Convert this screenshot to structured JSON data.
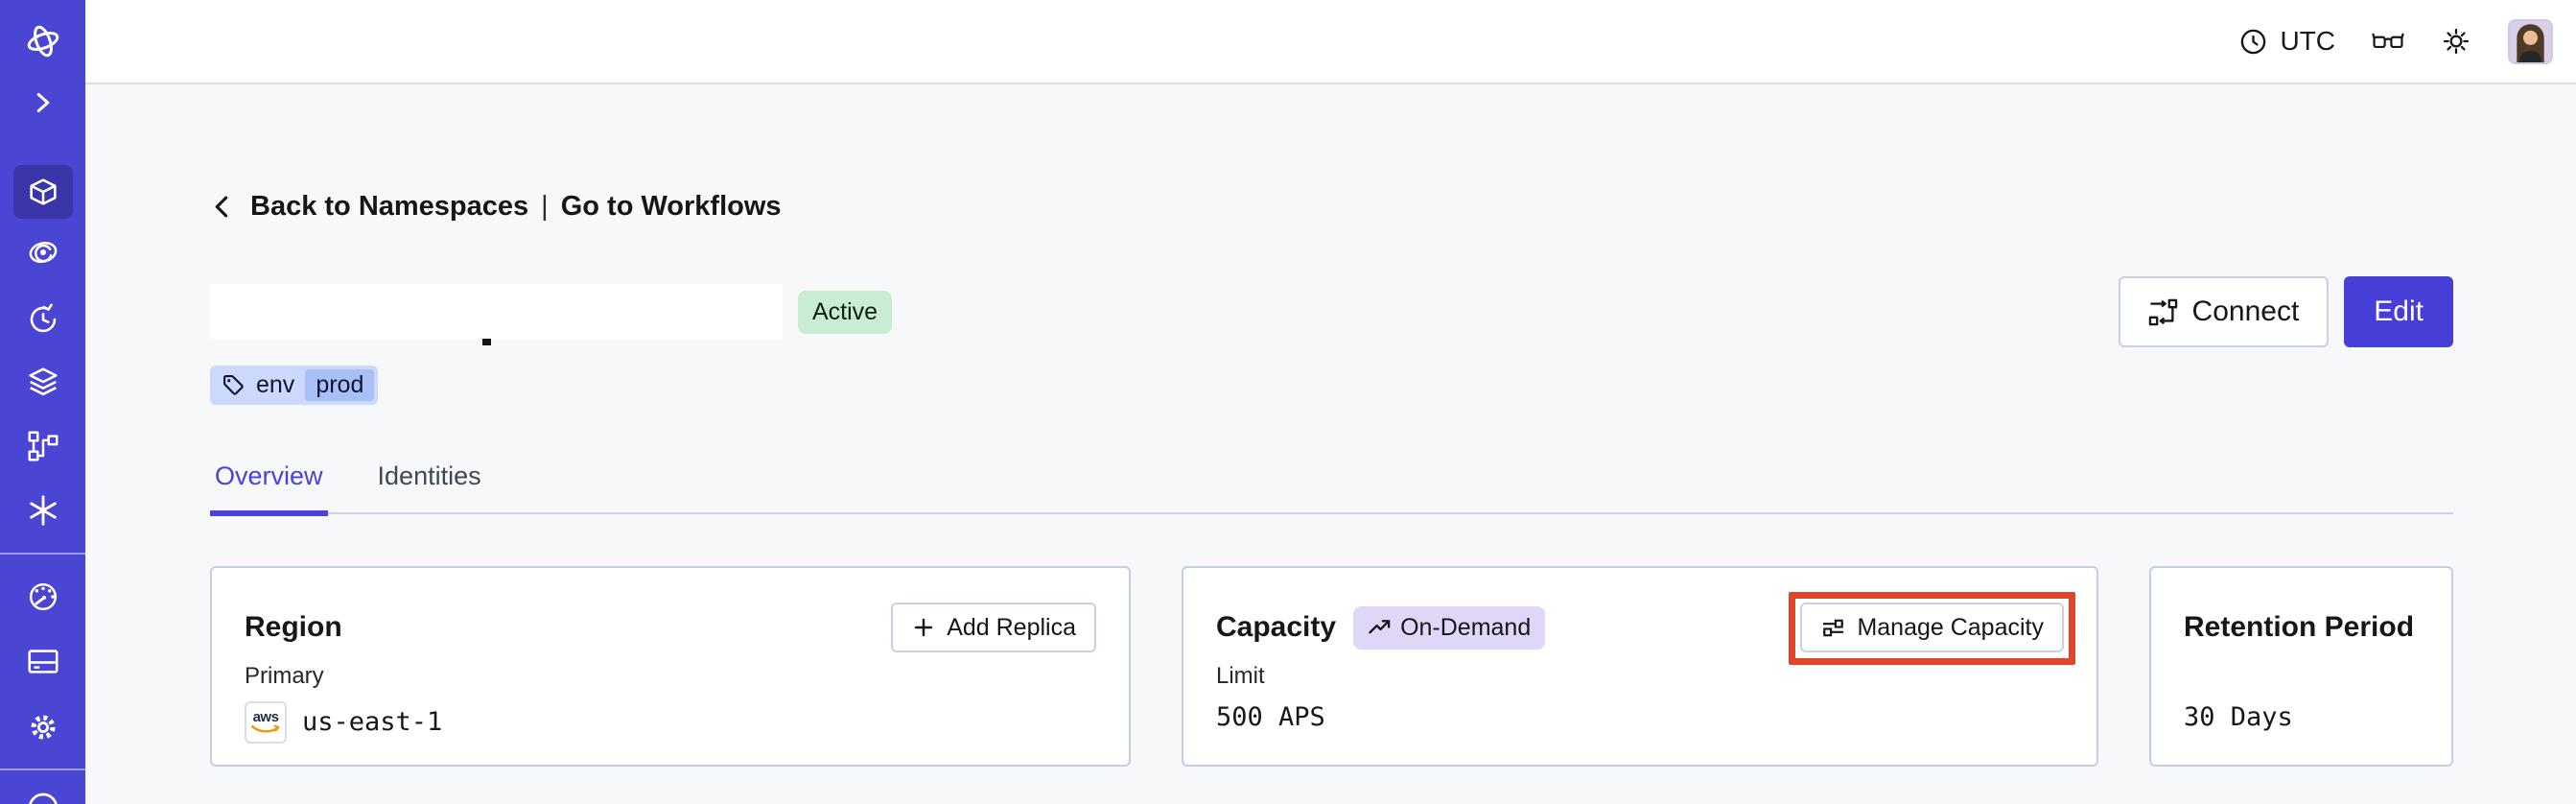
{
  "topbar": {
    "timezone": "UTC"
  },
  "sidebar": {
    "icons": [
      "temporal-logo",
      "expand-chevron",
      "namespaces-cube",
      "nexus-eye",
      "schedules-clock",
      "deployments-layers",
      "batch-graph",
      "asterisk",
      "usage-gauge",
      "billing-card",
      "settings-gear",
      "support-circle"
    ]
  },
  "breadcrumb": {
    "back": "Back to Namespaces",
    "separator": "|",
    "forward": "Go to Workflows"
  },
  "namespace": {
    "status": "Active",
    "tag_key": "env",
    "tag_value": "prod"
  },
  "actions": {
    "connect": "Connect",
    "edit": "Edit"
  },
  "tabs": [
    {
      "label": "Overview",
      "active": true
    },
    {
      "label": "Identities",
      "active": false
    }
  ],
  "cards": {
    "region": {
      "title": "Region",
      "add_replica_label": "Add Replica",
      "primary_label": "Primary",
      "provider": "aws",
      "value": "us-east-1"
    },
    "capacity": {
      "title": "Capacity",
      "badge": "On-Demand",
      "manage_label": "Manage Capacity",
      "limit_label": "Limit",
      "value": "500 APS"
    },
    "retention": {
      "title": "Retention Period",
      "value": "30 Days"
    }
  },
  "colors": {
    "sidebar": "#4B45D3",
    "accent_indigo": "#473ED8",
    "active_badge_bg": "#C8EDD2",
    "tag_bg": "#CBD9FC",
    "tag_value_bg": "#A9BFF8",
    "on_demand_bg": "#DFD6F8",
    "annotation_red": "#E2432B",
    "page_bg": "#F7F8FA",
    "card_border": "#C5CEE0"
  }
}
